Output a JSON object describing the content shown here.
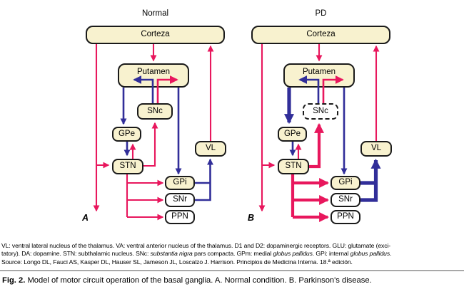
{
  "panels": [
    {
      "title": "Normal",
      "letter": "A"
    },
    {
      "title": "PD",
      "letter": "B"
    }
  ],
  "nodes": {
    "corteza": "Corteza",
    "putamen": "Putamen",
    "snc": "SNc",
    "gpe": "GPe",
    "vl": "VL",
    "stn": "STN",
    "gpi": "GPi",
    "snr": "SNr",
    "ppn": "PPN"
  },
  "colors": {
    "excitatory_red": "#E8175D",
    "inhibitory_blue": "#312E99",
    "node_fill": "#F8F2CF",
    "node_border": "#1A1A1A"
  },
  "legend": {
    "line1": "VL: ventral lateral nucleus of the thalamus. VA: ventral anterior nucleus of the thalamus. D1 and D2: dopaminergic receptors. GLU: glutamate (exci-",
    "line2_segments": [
      {
        "text": "tatory). DA: dopamine. STN: subthalamic nucleus. SNc: "
      },
      {
        "text": "substantia nigra"
      },
      {
        "text": " pars compacta. GPm: medial "
      },
      {
        "text": "globus pallidus"
      },
      {
        "text": ". GPi: internal "
      },
      {
        "text": "globus pallidus"
      },
      {
        "text": "."
      }
    ],
    "line3": "Source: Longo DL, Fauci AS, Kasper DL, Hauser SL, Jameson JL, Loscalzo J. Harrison. Principios de Medicina Interna. 18.ª edición."
  },
  "caption": {
    "label": "Fig. 2.",
    "text": "Model of motor circuit operation of the basal ganglia. A. Normal condition. B. Parkinson's disease."
  }
}
